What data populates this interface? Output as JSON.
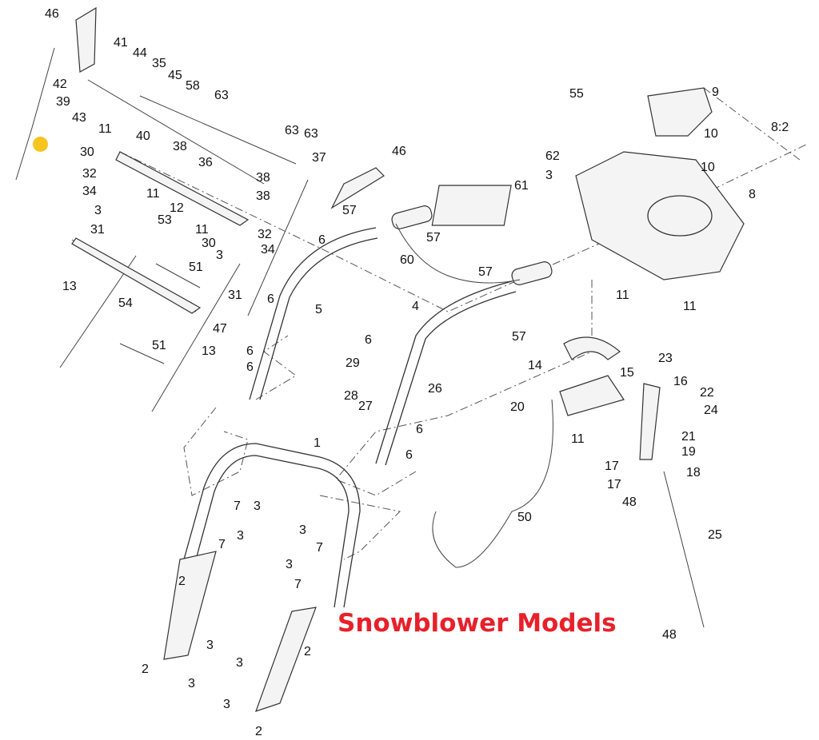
{
  "title": "Snowblower Models",
  "colors": {
    "title": "#e8202a",
    "marker": "#f7c51e"
  },
  "callouts": [
    "46",
    "41",
    "44",
    "35",
    "42",
    "45",
    "58",
    "39",
    "63",
    "43",
    "11",
    "40",
    "38",
    "30",
    "36",
    "63",
    "63",
    "37",
    "46",
    "32",
    "38",
    "34",
    "11",
    "38",
    "12",
    "3",
    "57",
    "61",
    "55",
    "9",
    "8:2",
    "10",
    "10",
    "62",
    "3",
    "8",
    "53",
    "31",
    "11",
    "6",
    "57",
    "30",
    "32",
    "34",
    "3",
    "51",
    "60",
    "57",
    "13",
    "31",
    "6",
    "5",
    "54",
    "11",
    "11",
    "4",
    "47",
    "57",
    "51",
    "13",
    "6",
    "6",
    "14",
    "23",
    "15",
    "6",
    "16",
    "22",
    "29",
    "26",
    "28",
    "27",
    "20",
    "24",
    "11",
    "6",
    "21",
    "1",
    "19",
    "6",
    "17",
    "18",
    "17",
    "7",
    "3",
    "48",
    "50",
    "25",
    "7",
    "3",
    "3",
    "7",
    "3",
    "7",
    "2",
    "3",
    "2",
    "3",
    "2",
    "3",
    "48",
    "3",
    "2"
  ]
}
